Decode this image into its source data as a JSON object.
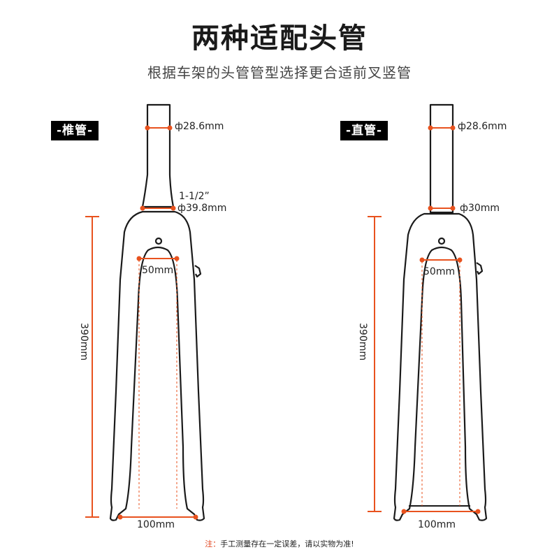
{
  "header": {
    "title": "两种适配头管",
    "subtitle": "根据车架的头管管型选择更合适前叉竖管"
  },
  "forks": [
    {
      "badge": "-椎管-",
      "steerer_top_label": "ф28.6mm",
      "taper_fraction": "1-1/2”",
      "steerer_bottom_label": "ф39.8mm",
      "crown_width_label": "50mm",
      "height_label": "390mm",
      "dropout_width_label": "100mm"
    },
    {
      "badge": "-直管-",
      "steerer_top_label": "ф28.6mm",
      "steerer_bottom_label": "ф30mm",
      "crown_width_label": "50mm",
      "height_label": "390mm",
      "dropout_width_label": "100mm"
    }
  ],
  "note": {
    "prefix": "注：",
    "text": "手工测量存在一定误差，请以实物为准!"
  },
  "colors": {
    "accent": "#e8521e",
    "outline": "#1a1a1a",
    "badge_bg": "#000000"
  }
}
